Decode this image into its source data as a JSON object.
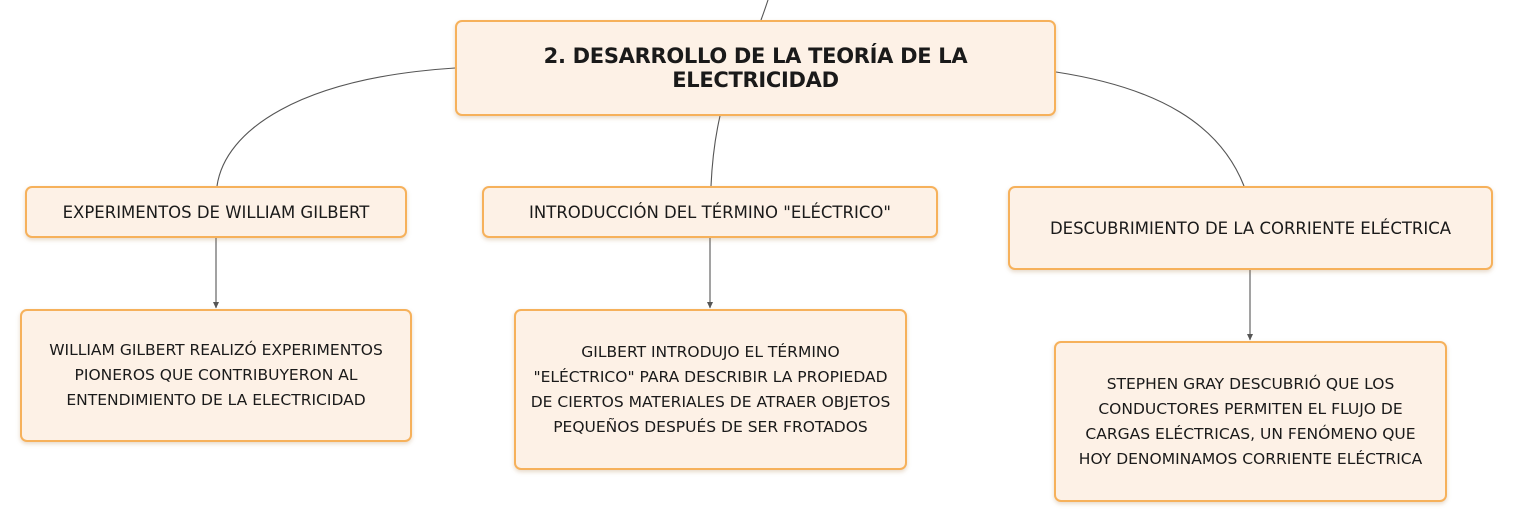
{
  "diagram": {
    "root": {
      "label": "2. DESARROLLO DE LA TEORÍA DE LA ELECTRICIDAD"
    },
    "topics": [
      {
        "label": "EXPERIMENTOS DE WILLIAM GILBERT",
        "detail": "WILLIAM GILBERT REALIZÓ EXPERIMENTOS PIONEROS QUE CONTRIBUYERON AL ENTENDIMIENTO DE LA ELECTRICIDAD"
      },
      {
        "label": "INTRODUCCIÓN DEL TÉRMINO \"ELÉCTRICO\"",
        "detail": "GILBERT INTRODUJO EL TÉRMINO \"ELÉCTRICO\" PARA DESCRIBIR LA PROPIEDAD DE CIERTOS MATERIALES DE ATRAER OBJETOS PEQUEÑOS DESPUÉS DE SER FROTADOS"
      },
      {
        "label": "DESCUBRIMIENTO DE LA CORRIENTE ELÉCTRICA",
        "detail": "STEPHEN GRAY DESCUBRIÓ QUE LOS CONDUCTORES PERMITEN EL FLUJO DE CARGAS ELÉCTRICAS, UN FENÓMENO QUE HOY DENOMINAMOS CORRIENTE ELÉCTRICA"
      }
    ],
    "colors": {
      "node_fill": "#fdf1e6",
      "node_border": "#f6b15b",
      "connector": "#555555"
    }
  }
}
